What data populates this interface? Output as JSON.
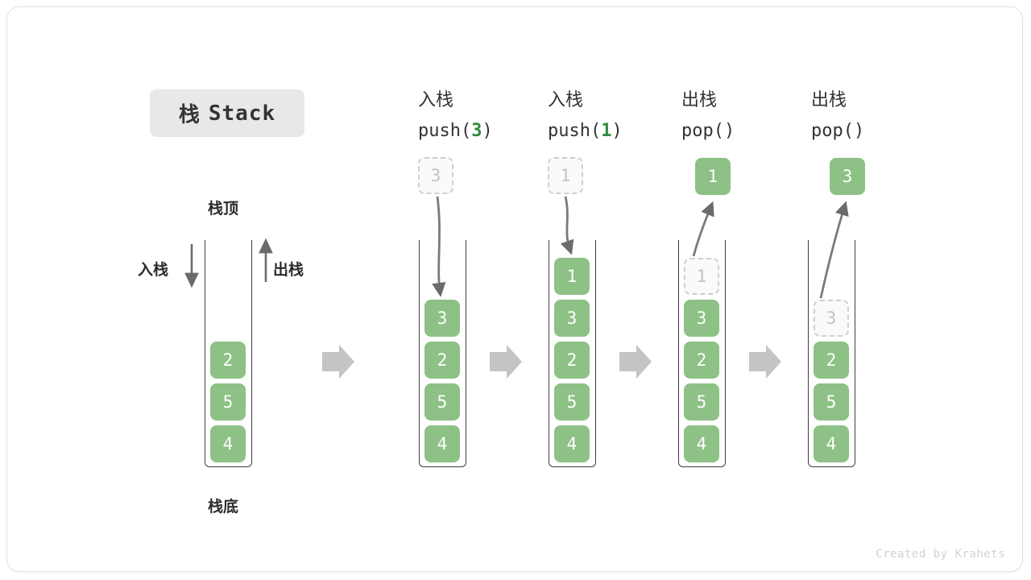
{
  "title": {
    "cn": "栈",
    "en": "Stack"
  },
  "credit": "Created by Krahets",
  "labels": {
    "top": "栈顶",
    "bottom": "栈底",
    "push_side": "入栈",
    "pop_side": "出栈"
  },
  "accent": {
    "green": "#8dc185",
    "green_text": "#2f8a3f",
    "gray_arrow": "#c0c0c0",
    "curve_arrow": "#6b6b6b",
    "ghost_border": "#cfcfcf",
    "badge_bg": "#e8e8e8",
    "frame_border": "#e3e3e3"
  },
  "steps": [
    {
      "id": "initial",
      "op_cn": "",
      "op_code_prefix": "",
      "op_code_arg": "",
      "op_code_suffix": "",
      "floating": null,
      "cells": [
        {
          "value": "2",
          "state": "filled"
        },
        {
          "value": "5",
          "state": "filled"
        },
        {
          "value": "4",
          "state": "filled"
        }
      ]
    },
    {
      "id": "push-3",
      "op_cn": "入栈",
      "op_code_prefix": "push(",
      "op_code_arg": "3",
      "op_code_suffix": ")",
      "floating": {
        "value": "3",
        "state": "ghost",
        "position": "above"
      },
      "cells": [
        {
          "value": "3",
          "state": "filled"
        },
        {
          "value": "2",
          "state": "filled"
        },
        {
          "value": "5",
          "state": "filled"
        },
        {
          "value": "4",
          "state": "filled"
        }
      ]
    },
    {
      "id": "push-1",
      "op_cn": "入栈",
      "op_code_prefix": "push(",
      "op_code_arg": "1",
      "op_code_suffix": ")",
      "floating": {
        "value": "1",
        "state": "ghost",
        "position": "above"
      },
      "cells": [
        {
          "value": "1",
          "state": "filled"
        },
        {
          "value": "3",
          "state": "filled"
        },
        {
          "value": "2",
          "state": "filled"
        },
        {
          "value": "5",
          "state": "filled"
        },
        {
          "value": "4",
          "state": "filled"
        }
      ]
    },
    {
      "id": "pop-1",
      "op_cn": "出栈",
      "op_code_prefix": "pop(",
      "op_code_arg": "",
      "op_code_suffix": ")",
      "floating": {
        "value": "1",
        "state": "filled",
        "position": "above"
      },
      "cells": [
        {
          "value": "1",
          "state": "ghost"
        },
        {
          "value": "3",
          "state": "filled"
        },
        {
          "value": "2",
          "state": "filled"
        },
        {
          "value": "5",
          "state": "filled"
        },
        {
          "value": "4",
          "state": "filled"
        }
      ]
    },
    {
      "id": "pop-3",
      "op_cn": "出栈",
      "op_code_prefix": "pop(",
      "op_code_arg": "",
      "op_code_suffix": ")",
      "floating": {
        "value": "3",
        "state": "filled",
        "position": "above"
      },
      "cells": [
        {
          "value": "3",
          "state": "ghost"
        },
        {
          "value": "2",
          "state": "filled"
        },
        {
          "value": "5",
          "state": "filled"
        },
        {
          "value": "4",
          "state": "filled"
        }
      ]
    }
  ],
  "flow_arrows": 4
}
